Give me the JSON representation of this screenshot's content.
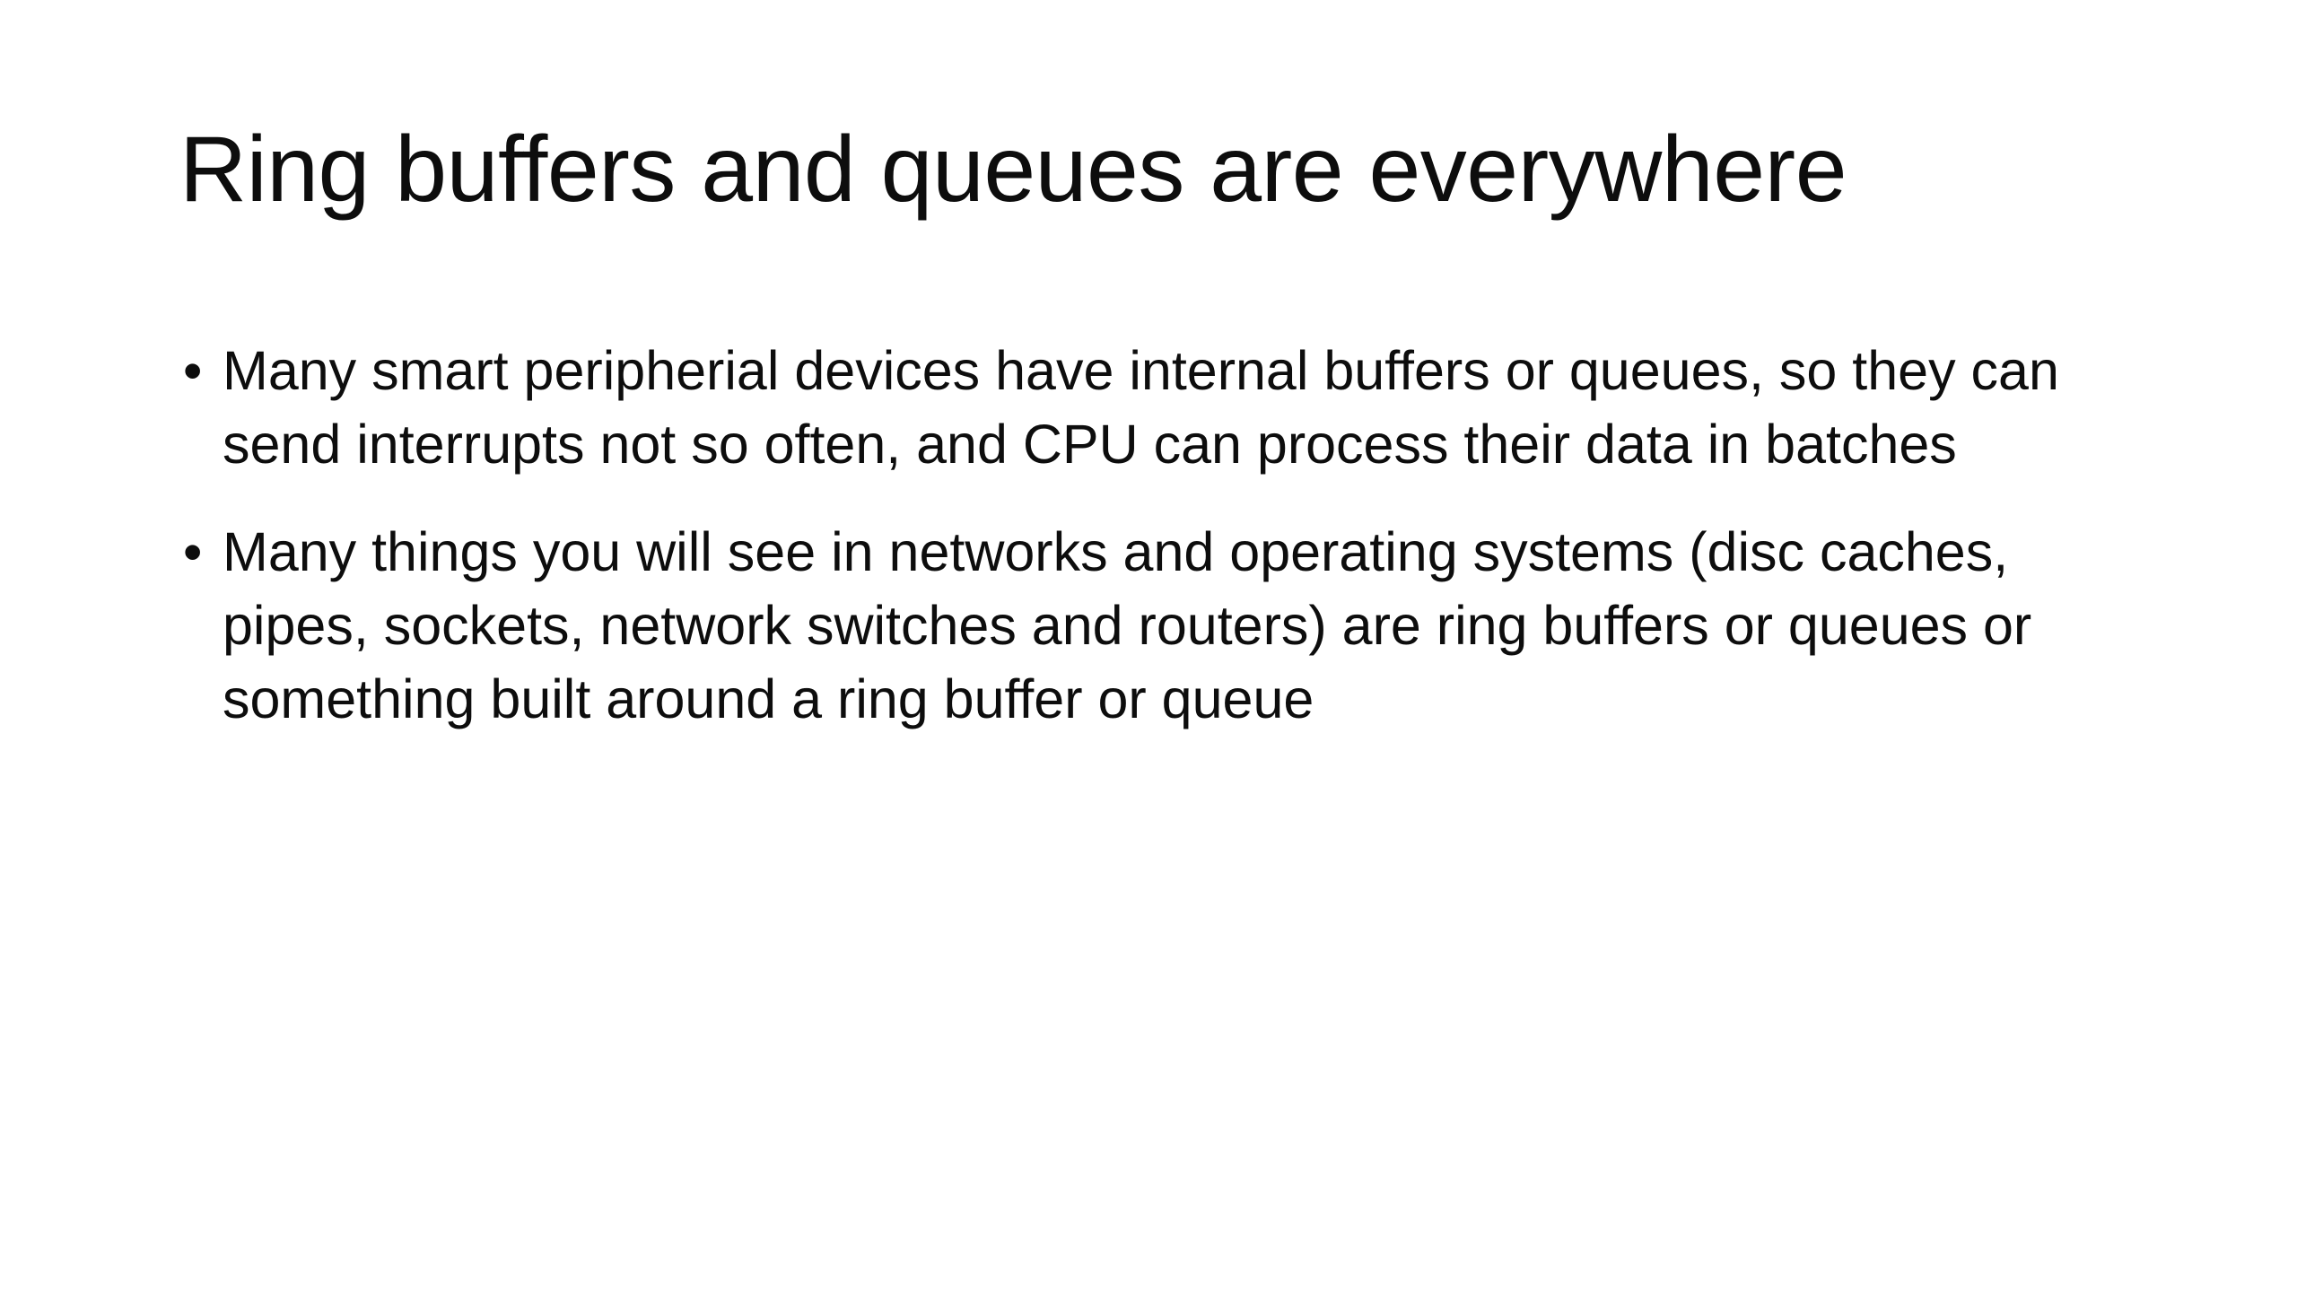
{
  "slide": {
    "background_color": "#ffffff",
    "text_color": "#0d0d0d",
    "title": "Ring buffers and queues are everywhere",
    "bullet_marker": "•",
    "bullets": [
      {
        "marker": "•",
        "text": "Many smart peripherial devices have internal buffers or queues, so they can send interrupts not so often, and CPU can process their data in batches"
      },
      {
        "marker": "•",
        "text": "Many things you will see in networks and operating systems (disc caches, pipes, sockets, network switches and routers) are ring buffers or queues or something built around a ring buffer or queue"
      }
    ]
  }
}
